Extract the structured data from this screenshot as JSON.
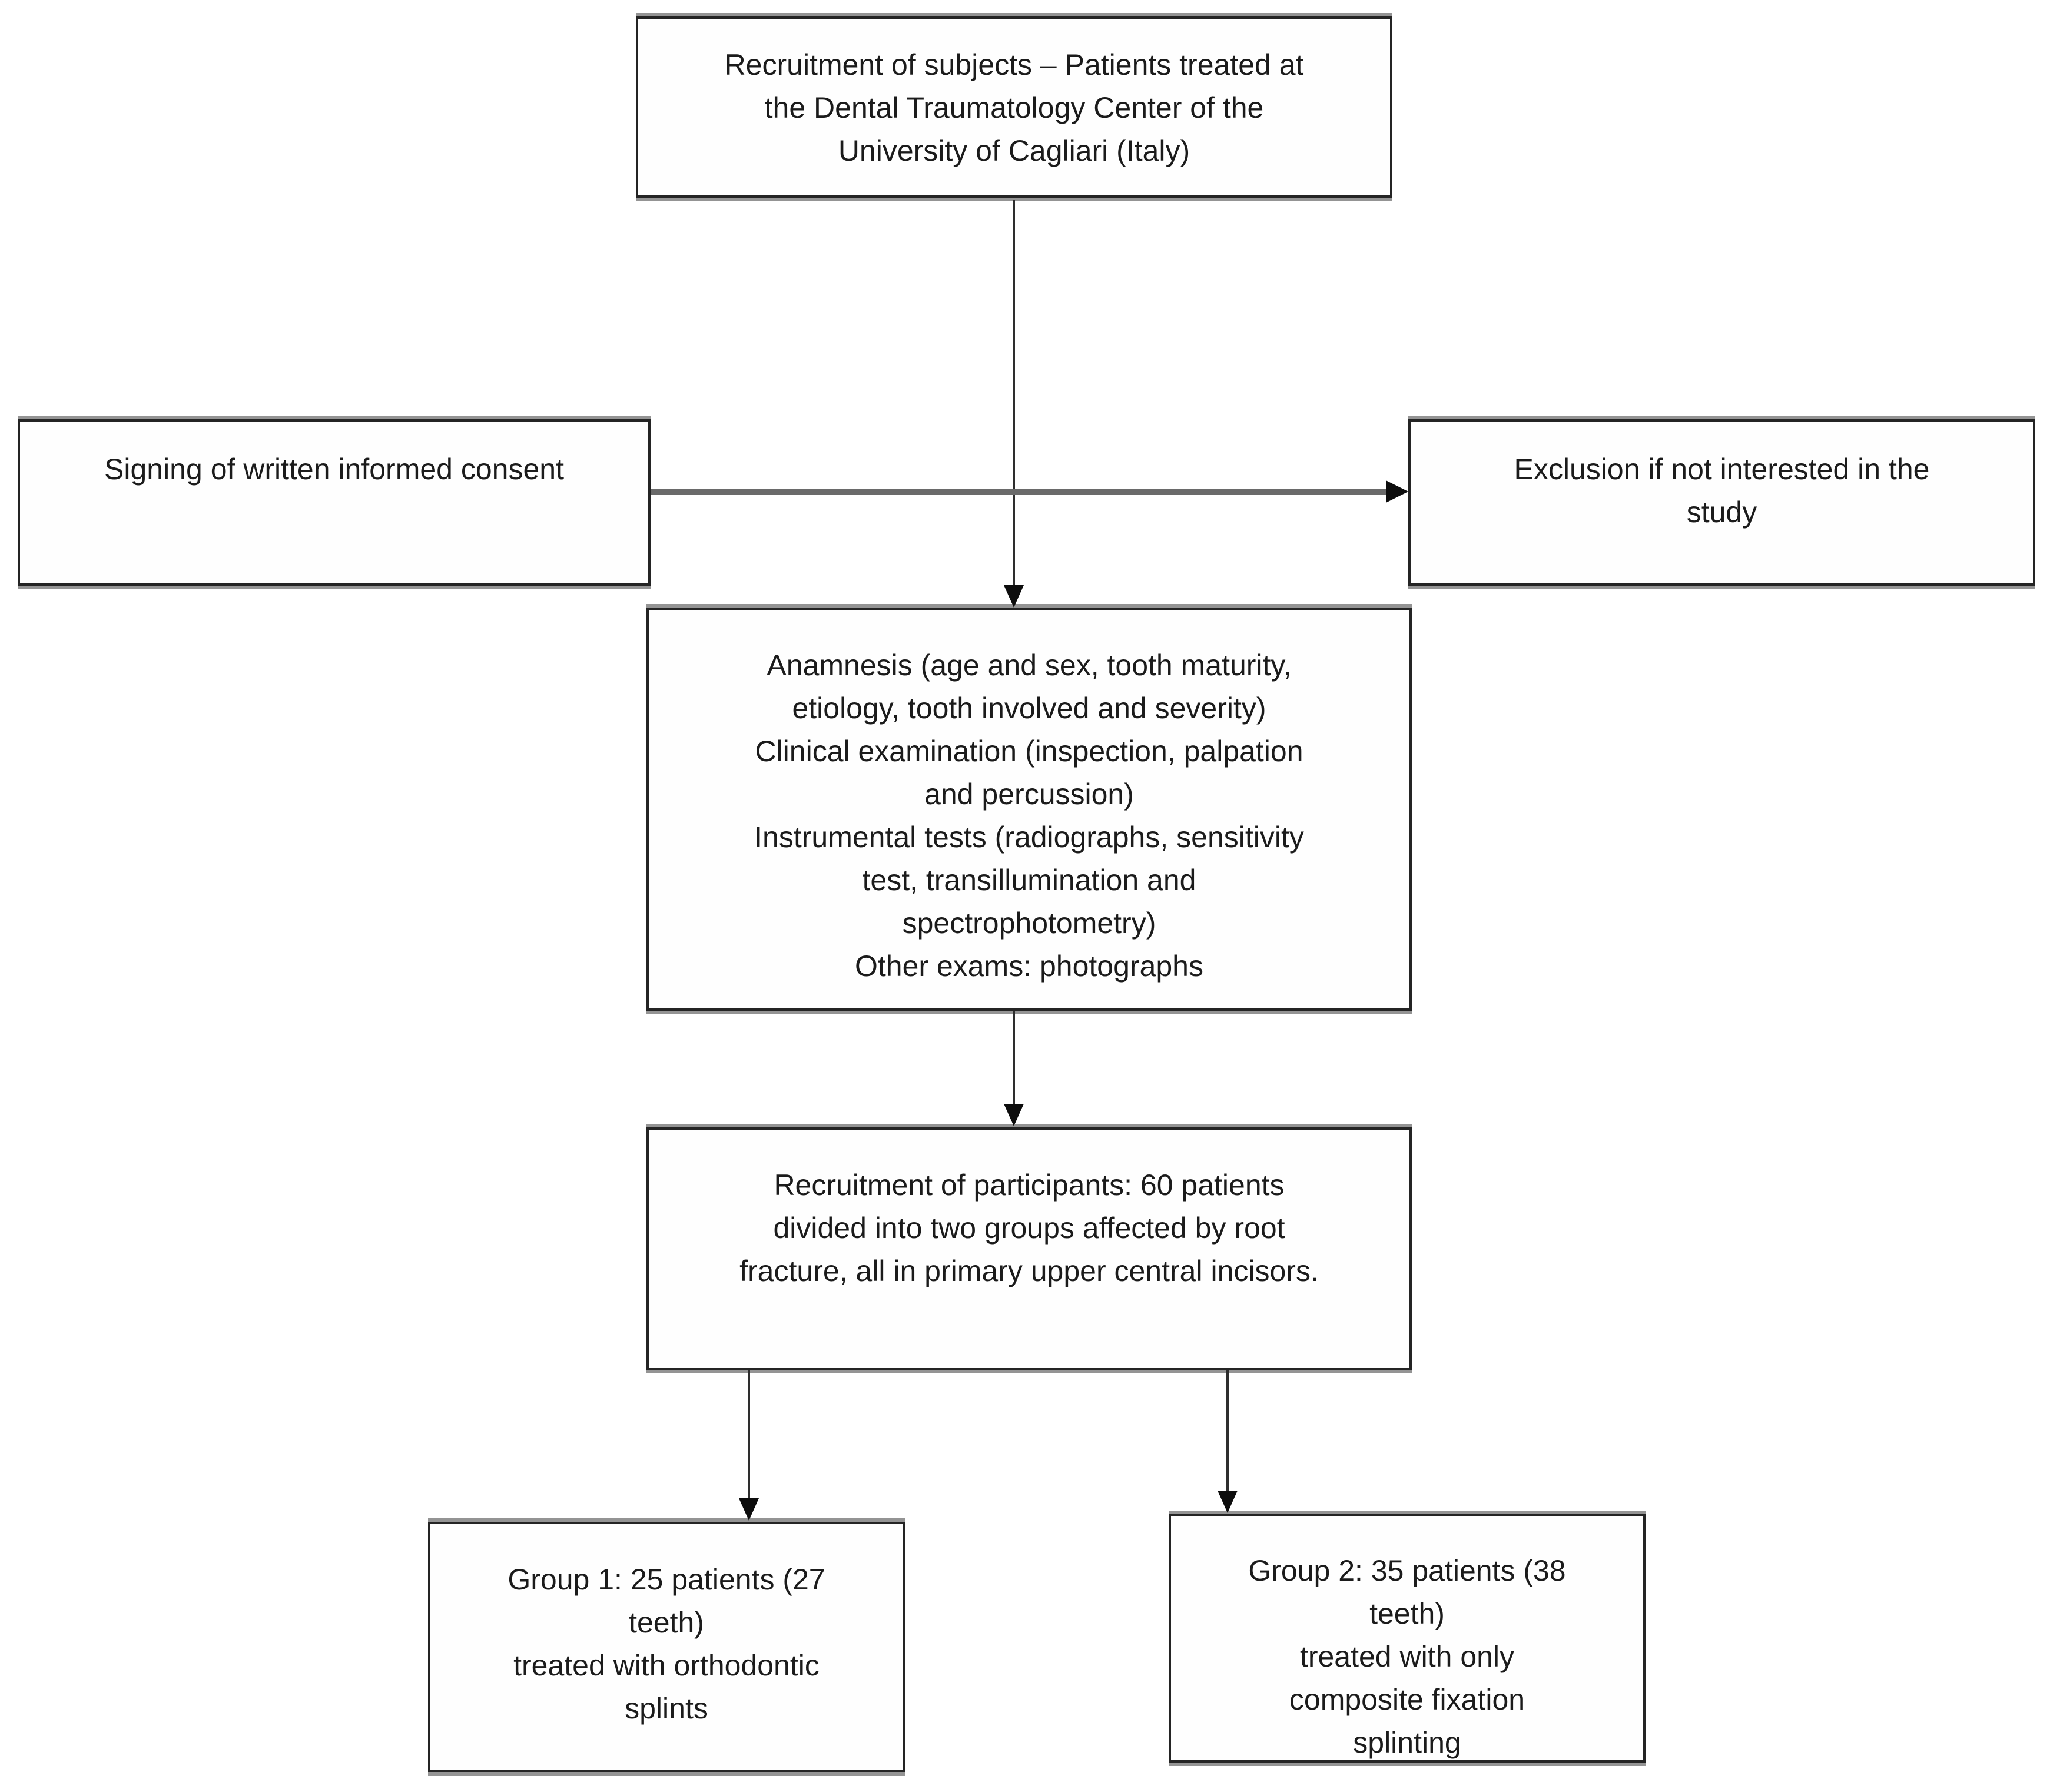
{
  "boxes": {
    "recruitment_subjects": {
      "lines": [
        "Recruitment of subjects – Patients treated at",
        "the Dental Traumatology Center of the",
        "University of Cagliari (Italy)"
      ]
    },
    "informed_consent": {
      "lines": [
        "Signing of written informed consent"
      ]
    },
    "exclusion": {
      "lines": [
        "Exclusion if not interested in the",
        "study"
      ]
    },
    "clinical_assessment": {
      "lines": [
        "Anamnesis (age and sex, tooth maturity,",
        "etiology, tooth involved and severity)",
        "Clinical examination (inspection, palpation",
        "and percussion)",
        "Instrumental tests (radiographs, sensitivity",
        "test, transillumination and",
        "spectrophotometry)",
        "Other exams: photographs"
      ]
    },
    "participants": {
      "lines": [
        "Recruitment of participants: 60 patients",
        "divided into two groups affected by root",
        "fracture, all in primary upper central incisors."
      ]
    },
    "group1": {
      "lines": [
        "Group 1: 25 patients (27",
        "teeth)",
        "treated with orthodontic",
        "splints"
      ]
    },
    "group2": {
      "lines": [
        "Group 2: 35 patients (38",
        "teeth)",
        "treated with only",
        "composite fixation",
        "splinting"
      ]
    }
  },
  "connectors": [
    {
      "from": "recruitment_subjects",
      "to": "clinical_assessment",
      "type": "arrow-down"
    },
    {
      "from": "informed_consent",
      "to": "exclusion",
      "type": "arrow-right"
    },
    {
      "from": "clinical_assessment",
      "to": "participants",
      "type": "arrow-down"
    },
    {
      "from": "participants",
      "to": "group1",
      "type": "arrow-down"
    },
    {
      "from": "participants",
      "to": "group2",
      "type": "arrow-down"
    }
  ],
  "colors": {
    "background": "#ffffff",
    "box_fill": "#fefefe",
    "box_border": "#242424",
    "box_shadow": "#949494",
    "text": "#1b1b1b",
    "connector_thin": "#2e2e2e",
    "connector_thick": "#6a6a6a",
    "arrowhead": "#0d0d0d"
  }
}
